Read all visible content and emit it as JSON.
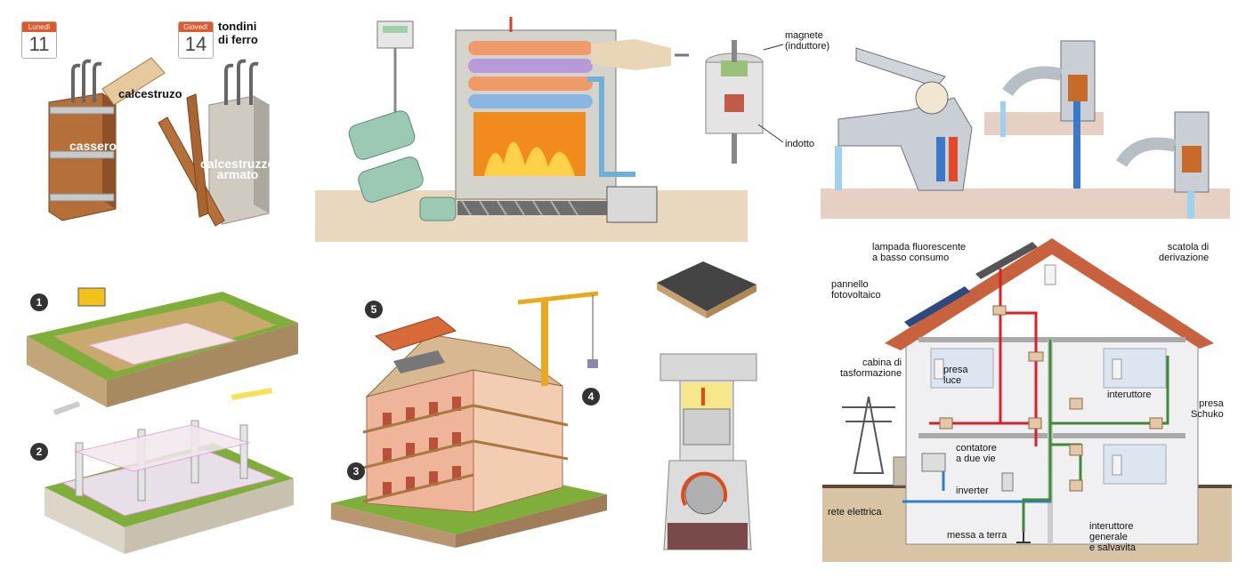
{
  "formwork": {
    "calendar1": {
      "day": "Lunedì",
      "date": "11"
    },
    "calendar2": {
      "day": "Giovedì",
      "date": "14"
    },
    "labels": {
      "tondini": "tondini\ndi ferro",
      "calcestruzo": "calcestruzo",
      "cassero": "cassero",
      "armato": "calcestruzzo\narmato"
    }
  },
  "induction": {
    "magnete": "magnete\n(induttore)",
    "indotto": "indotto"
  },
  "construction": {
    "steps": [
      "1",
      "2",
      "3",
      "4",
      "5"
    ]
  },
  "house": {
    "labels": {
      "lampada": "lampada fluorescente\na basso consumo",
      "scatola": "scatola di\nderivazione",
      "pannello": "pannello\nfotovoltaico",
      "cabina": "cabina di\ntasformazione",
      "presa_luce": "presa\nluce",
      "interuttore": "interuttore",
      "schuko": "presa\nSchuko",
      "contatore": "contatore\na due vie",
      "inverter": "inverter",
      "rete": "rete elettrica",
      "messa": "messa a terra",
      "generale": "interuttore\ngenerale\ne salvavita"
    }
  },
  "colors": {
    "wood": "#b5703a",
    "concrete": "#cfcbc0",
    "soil": "#d8c4a4",
    "grass": "#7fae3a",
    "boiler_body": "#d4d4cc",
    "fire": "#f28b1e",
    "pipe_blue": "#6fb0d8",
    "motor_green": "#9cc9b4",
    "wire_red": "#d8202a",
    "wire_blue": "#2f7fc4",
    "wire_green": "#3e8a3a",
    "roof": "#c8613e"
  }
}
